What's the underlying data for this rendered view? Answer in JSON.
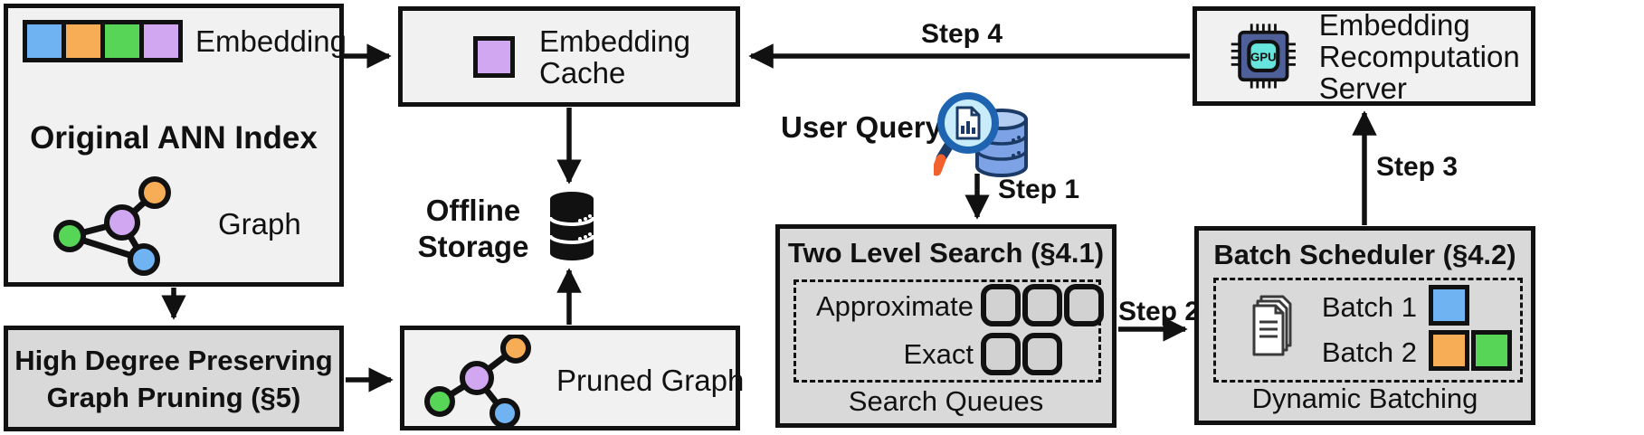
{
  "figure": {
    "background": "#ffffff",
    "palette": {
      "blue": "#6fb3f3",
      "orange": "#f7ad55",
      "green": "#56d556",
      "purple": "#d0a7f0",
      "box_light_fill": "#f1f1f1",
      "box_dark_fill": "#d9d9d9",
      "line_color": "#111111"
    }
  },
  "original_index": {
    "embedding_label": "Embedding",
    "title": "Original ANN Index",
    "graph_label": "Graph"
  },
  "embedding_cache": {
    "label": "Embedding Cache"
  },
  "offline_storage": {
    "lines": [
      "Offline",
      "Storage"
    ]
  },
  "high_degree_pruning": {
    "lines": [
      "High Degree Preserving",
      "Graph Pruning (§5)"
    ]
  },
  "pruned_graph": {
    "label": "Pruned Graph"
  },
  "user_query": {
    "label": "User Query"
  },
  "two_level_search": {
    "title": "Two Level Search (§4.1)",
    "approximate_label": "Approximate",
    "exact_label": "Exact",
    "footer": "Search Queues",
    "approximate_queue_count": 3,
    "exact_queue_count": 2
  },
  "batch_scheduler": {
    "title": "Batch Scheduler (§4.2)",
    "batch1_label": "Batch 1",
    "batch2_label": "Batch 2",
    "footer": "Dynamic Batching",
    "batch1_colors": [
      "blue"
    ],
    "batch2_colors": [
      "orange",
      "green"
    ]
  },
  "recomputation_server": {
    "label": "Embedding Recomputation Server",
    "gpu_chip_text": "GPU"
  },
  "steps": {
    "step1": "Step 1",
    "step2": "Step 2",
    "step3": "Step 3",
    "step4": "Step 4"
  }
}
